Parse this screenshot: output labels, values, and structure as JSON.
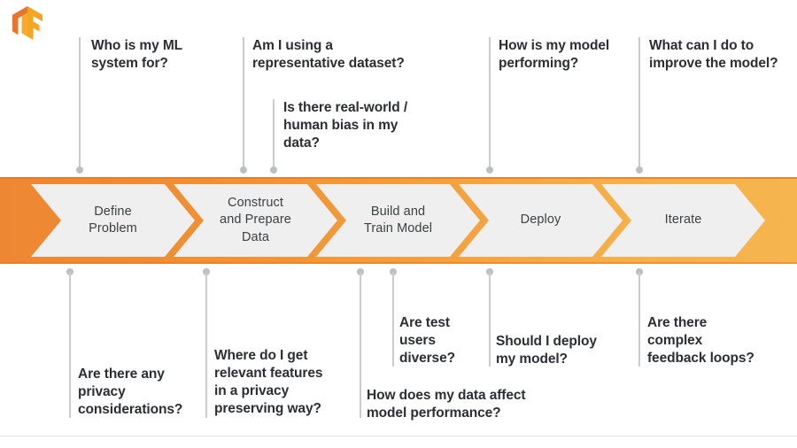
{
  "logo": {
    "name": "tensorflow-logo",
    "color_light": "#F6A623",
    "color_dark": "#E8762A"
  },
  "theme": {
    "bar_start": "#EE8733",
    "bar_end": "#F6B54F",
    "chevron_fill": "#EFEFEF",
    "text": "#2B2F33",
    "connector": "#C9CBCD"
  },
  "stages": [
    {
      "label": "Define\nProblem"
    },
    {
      "label": "Construct\nand Prepare\nData"
    },
    {
      "label": "Build and\nTrain Model"
    },
    {
      "label": "Deploy"
    },
    {
      "label": "Iterate"
    }
  ],
  "questions_top": [
    {
      "text": "Who is my ML\nsystem for?"
    },
    {
      "text": "Am I using a\nrepresentative dataset?"
    },
    {
      "text": "Is there real-world /\nhuman bias in my\ndata?"
    },
    {
      "text": "How is my model\nperforming?"
    },
    {
      "text": "What can I do to\nimprove the model?"
    }
  ],
  "questions_bottom": [
    {
      "text": "Are there any\nprivacy\nconsiderations?"
    },
    {
      "text": "Where do I get\nrelevant features\nin a privacy\npreserving way?"
    },
    {
      "text": "How does my data affect\nmodel performance?"
    },
    {
      "text": "Are test\nusers\ndiverse?"
    },
    {
      "text": "Should I deploy\nmy model?"
    },
    {
      "text": "Are there\ncomplex\nfeedback loops?"
    }
  ]
}
